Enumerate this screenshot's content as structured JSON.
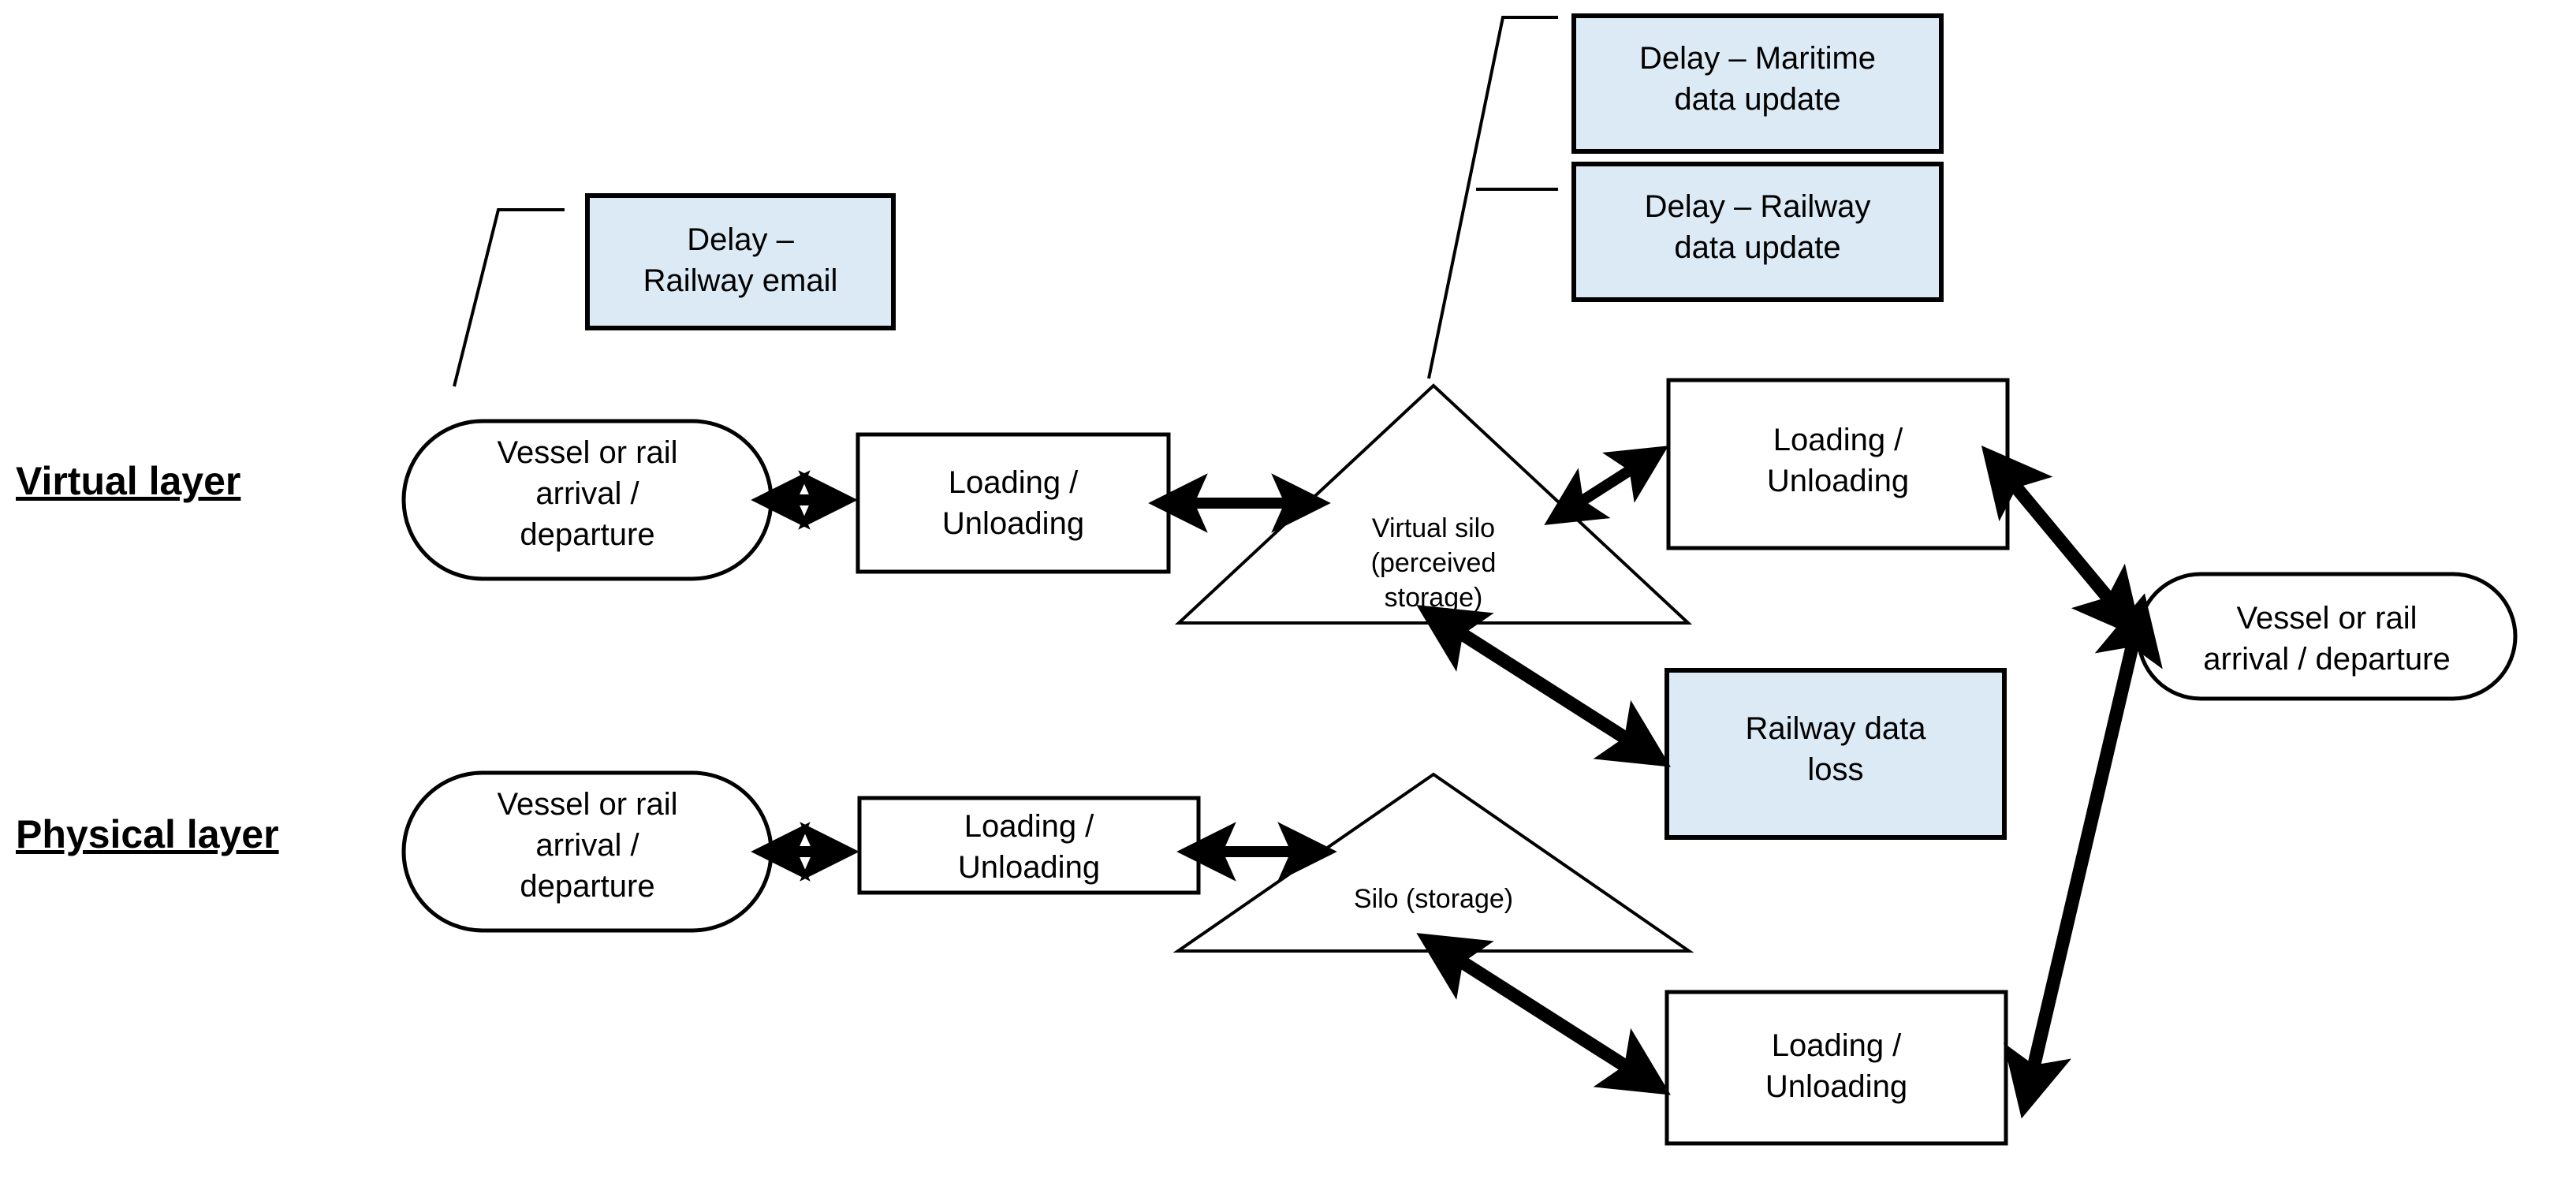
{
  "diagram": {
    "title": "Virtual and physical layer port logistics process diagram",
    "accent_blue": "#DCEAF5",
    "stroke_black": "#000000",
    "layers": [
      {
        "id": "virtual",
        "label": "Virtual layer"
      },
      {
        "id": "physical",
        "label": "Physical layer"
      }
    ],
    "nodes": {
      "virtual_arrival": {
        "label": "Vessel or rail arrival / departure",
        "shape": "pill"
      },
      "virtual_loading_left": {
        "label": "Loading / Unloading",
        "shape": "rect"
      },
      "virtual_silo": {
        "label": "Virtual silo (perceived storage)",
        "shape": "triangle"
      },
      "virtual_loading_right": {
        "label": "Loading / Unloading",
        "shape": "rect"
      },
      "virtual_departure": {
        "label": "Vessel or rail arrival / departure",
        "shape": "pill"
      },
      "physical_arrival": {
        "label": "Vessel or rail arrival / departure",
        "shape": "pill"
      },
      "physical_loading_left": {
        "label": "Loading / Unloading",
        "shape": "rect"
      },
      "physical_silo": {
        "label": "Silo (storage)",
        "shape": "triangle"
      },
      "physical_loading_right": {
        "label": "Loading / Unloading",
        "shape": "rect"
      }
    },
    "annotations": [
      {
        "id": "delay-railway-email",
        "label": "Delay – Railway email",
        "style": "blue-box"
      },
      {
        "id": "delay-maritime-update",
        "label": "Delay – Maritime data update",
        "style": "blue-box"
      },
      {
        "id": "delay-railway-update",
        "label": "Delay – Railway data update",
        "style": "blue-box"
      },
      {
        "id": "railway-data-loss",
        "label": "Railway data loss",
        "style": "blue-box"
      }
    ],
    "node_text_lines": {
      "arrival_left": [
        "Vessel or rail",
        "arrival /",
        "departure"
      ],
      "arrival_right": [
        "Vessel or rail",
        "arrival / departure"
      ],
      "loading": [
        "Loading /",
        "Unloading"
      ],
      "virtual_silo": [
        "Virtual silo",
        "(perceived",
        "storage)"
      ],
      "physical_silo": [
        "Silo (storage)"
      ],
      "delay_email": [
        "Delay –",
        "Railway email"
      ],
      "delay_maritime": [
        "Delay – Maritime",
        "data update"
      ],
      "delay_railway": [
        "Delay – Railway",
        "data update"
      ],
      "data_loss": [
        "Railway data",
        "loss"
      ]
    }
  }
}
